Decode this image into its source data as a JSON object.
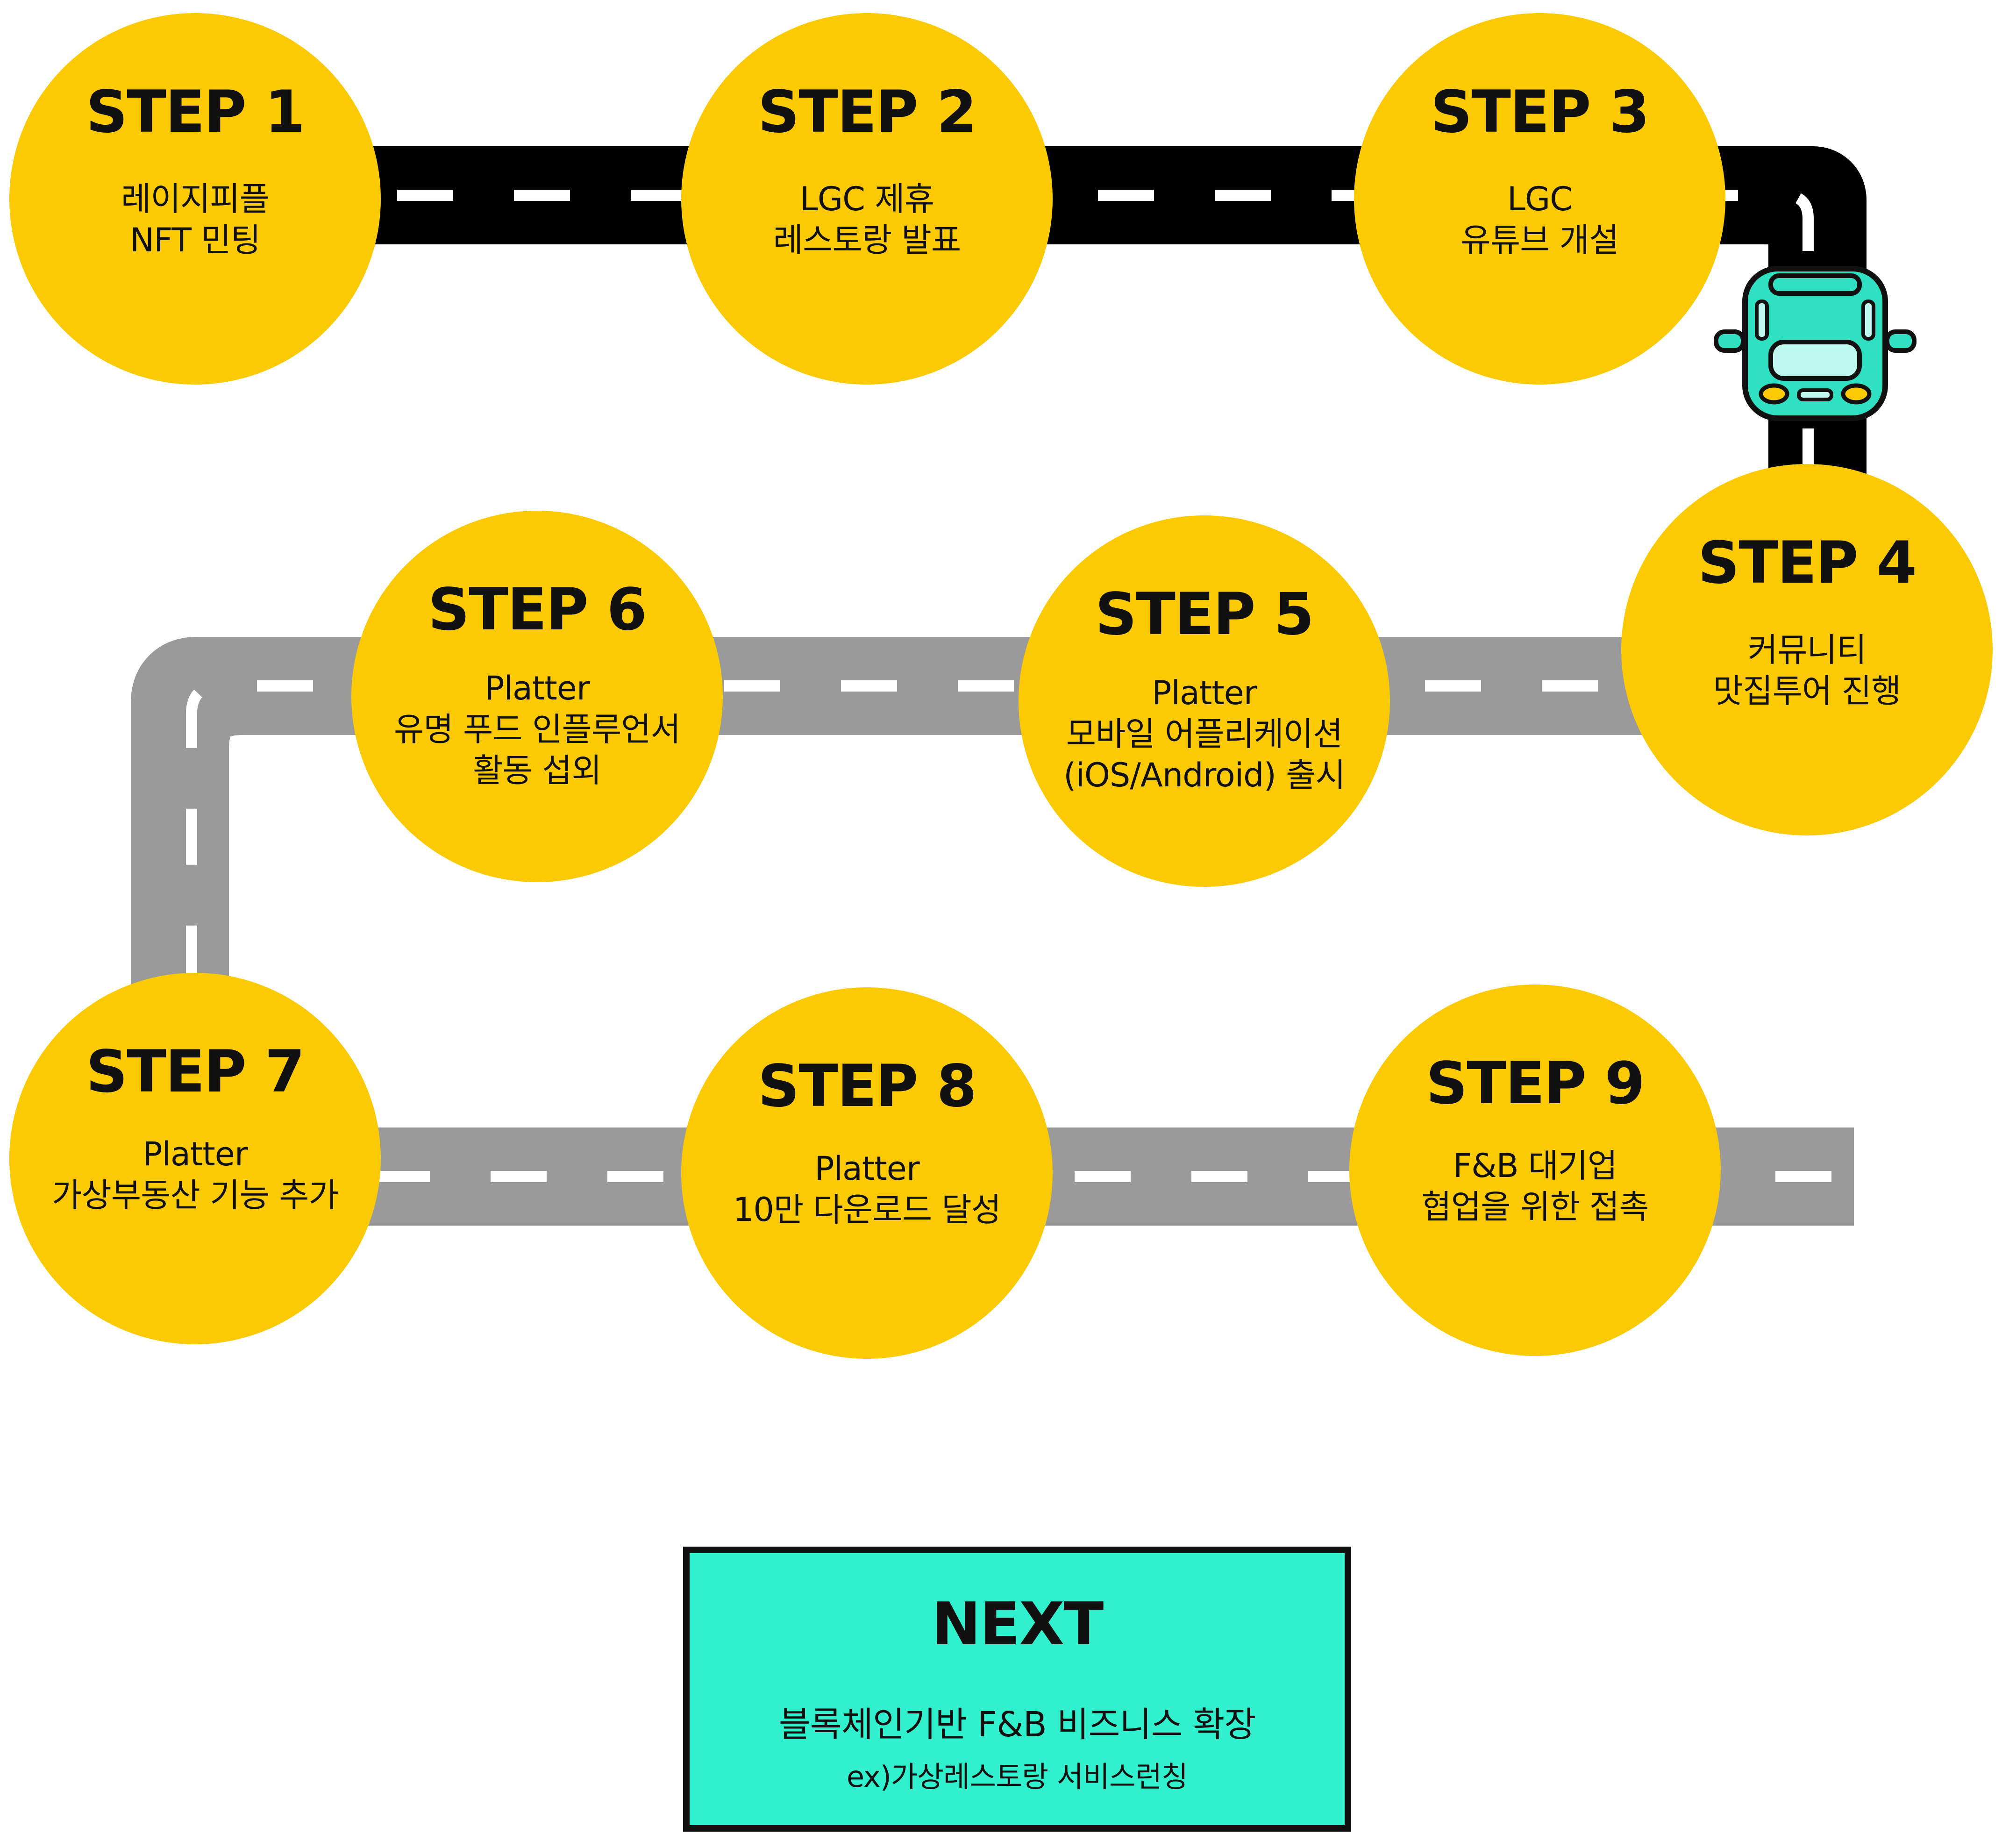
{
  "colors": {
    "circle": "#fcca02",
    "road_dark": "#000000",
    "road_gray": "#9a9a9a",
    "lane_mark": "#ffffff",
    "next_bg": "#30f0cd",
    "car_body": "#30e0c2",
    "outline": "#111111"
  },
  "icons": {
    "car": "car-icon"
  },
  "steps": [
    {
      "title": "STEP 1",
      "description": "레이지피플\nNFT 민팅"
    },
    {
      "title": "STEP 2",
      "description": "LGC 제휴\n레스토랑 발표"
    },
    {
      "title": "STEP 3",
      "description": "LGC\n유튜브 개설"
    },
    {
      "title": "STEP 4",
      "description": "커뮤니티\n맛집투어 진행"
    },
    {
      "title": "STEP 5",
      "description": "Platter\n모바일 어플리케이션\n(iOS/Android) 출시"
    },
    {
      "title": "STEP 6",
      "description": "Platter\n유명 푸드 인플루언서\n활동 섭외"
    },
    {
      "title": "STEP 7",
      "description": "Platter\n가상부동산 기능 추가"
    },
    {
      "title": "STEP 8",
      "description": "Platter\n10만 다운로드 달성"
    },
    {
      "title": "STEP 9",
      "description": "F&B 대기업\n협업을 위한 접촉"
    }
  ],
  "next": {
    "title": "NEXT",
    "line1": "블록체인기반 F&B 비즈니스 확장",
    "line2": "ex)가상레스토랑 서비스런칭"
  }
}
